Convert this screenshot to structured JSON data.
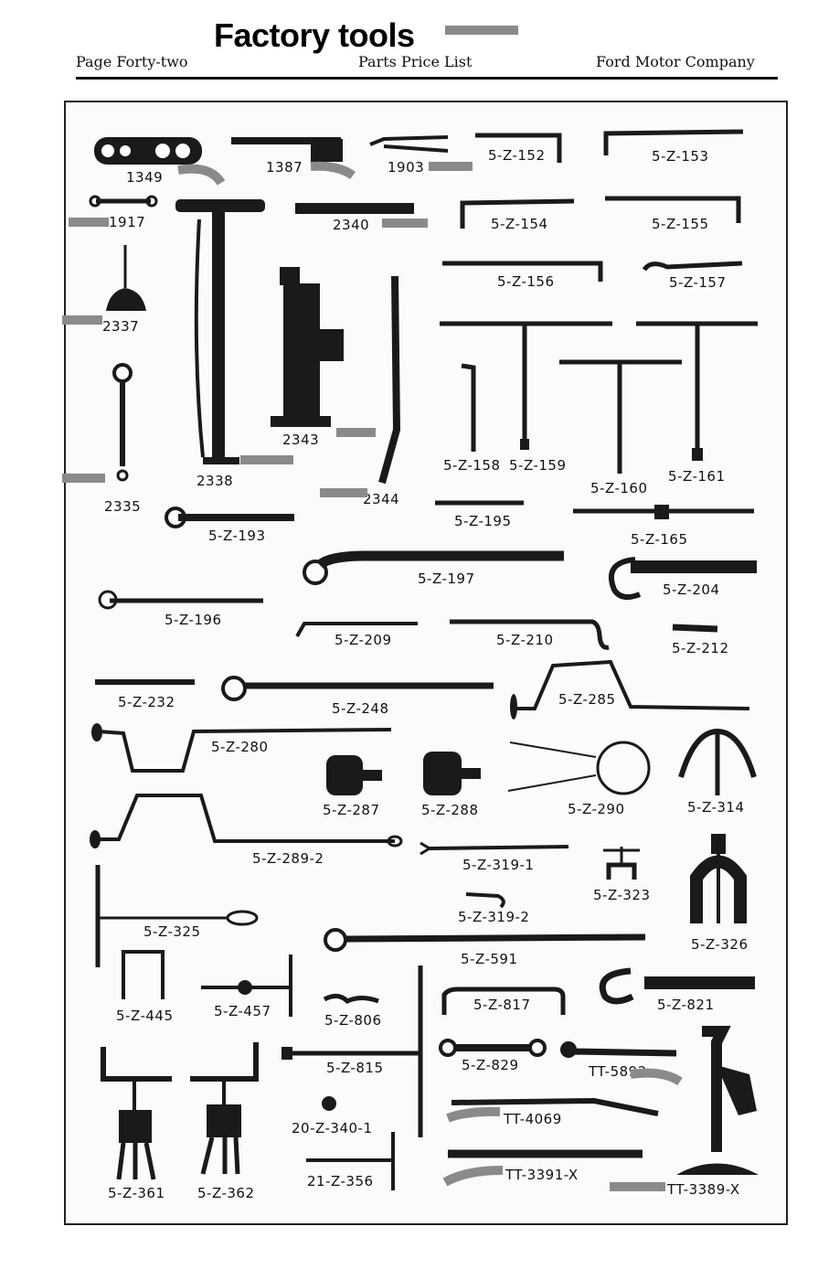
{
  "page": {
    "title": "Factory tools",
    "header_left": "Page Forty-two",
    "header_center": "Parts Price List",
    "header_right": "Ford Motor Company"
  },
  "tools": [
    {
      "part": "1349"
    },
    {
      "part": "1387"
    },
    {
      "part": "1903"
    },
    {
      "part": "5-Z-152"
    },
    {
      "part": "5-Z-153"
    },
    {
      "part": "1917"
    },
    {
      "part": "2340"
    },
    {
      "part": "5-Z-154"
    },
    {
      "part": "5-Z-155"
    },
    {
      "part": "5-Z-156"
    },
    {
      "part": "5-Z-157"
    },
    {
      "part": "2337"
    },
    {
      "part": "2343"
    },
    {
      "part": "2338"
    },
    {
      "part": "2335"
    },
    {
      "part": "2344"
    },
    {
      "part": "5-Z-158"
    },
    {
      "part": "5-Z-159"
    },
    {
      "part": "5-Z-160"
    },
    {
      "part": "5-Z-161"
    },
    {
      "part": "5-Z-193"
    },
    {
      "part": "5-Z-195"
    },
    {
      "part": "5-Z-165"
    },
    {
      "part": "5-Z-197"
    },
    {
      "part": "5-Z-204"
    },
    {
      "part": "5-Z-196"
    },
    {
      "part": "5-Z-209"
    },
    {
      "part": "5-Z-210"
    },
    {
      "part": "5-Z-212"
    },
    {
      "part": "5-Z-232"
    },
    {
      "part": "5-Z-248"
    },
    {
      "part": "5-Z-285"
    },
    {
      "part": "5-Z-280"
    },
    {
      "part": "5-Z-287"
    },
    {
      "part": "5-Z-288"
    },
    {
      "part": "5-Z-290"
    },
    {
      "part": "5-Z-314"
    },
    {
      "part": "5-Z-289-2"
    },
    {
      "part": "5-Z-319-1"
    },
    {
      "part": "5-Z-323"
    },
    {
      "part": "5-Z-325"
    },
    {
      "part": "5-Z-319-2"
    },
    {
      "part": "5-Z-326"
    },
    {
      "part": "5-Z-591"
    },
    {
      "part": "5-Z-445"
    },
    {
      "part": "5-Z-457"
    },
    {
      "part": "5-Z-806"
    },
    {
      "part": "5-Z-817"
    },
    {
      "part": "5-Z-821"
    },
    {
      "part": "5-Z-815"
    },
    {
      "part": "5-Z-829"
    },
    {
      "part": "TT-5892"
    },
    {
      "part": "20-Z-340-1"
    },
    {
      "part": "TT-4069"
    },
    {
      "part": "5-Z-361"
    },
    {
      "part": "5-Z-362"
    },
    {
      "part": "21-Z-356"
    },
    {
      "part": "TT-3391-X"
    },
    {
      "part": "TT-3389-X"
    }
  ],
  "marker_color": "#8a8a8a"
}
